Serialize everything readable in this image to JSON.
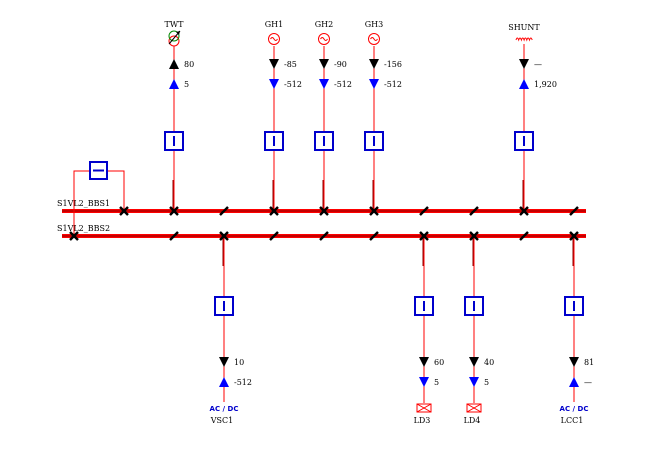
{
  "busbars": [
    {
      "id": "bbs1",
      "label": "S1VL2_BBS1"
    },
    {
      "id": "bbs2",
      "label": "S1VL2_BBS2"
    }
  ],
  "coupler": {
    "label": "coupling-breaker"
  },
  "top_feeders": [
    {
      "id": "twt",
      "label": "TWT",
      "icon": "transformer-icon",
      "bus": "bbs1",
      "p": "80",
      "q": "5",
      "p_dir": "up",
      "q_dir": "up"
    },
    {
      "id": "gh1",
      "label": "GH1",
      "icon": "generator-icon",
      "bus": "bbs1",
      "p": "-85",
      "q": "-512",
      "p_dir": "down",
      "q_dir": "down"
    },
    {
      "id": "gh2",
      "label": "GH2",
      "icon": "generator-icon",
      "bus": "bbs1",
      "p": "-90",
      "q": "-512",
      "p_dir": "down",
      "q_dir": "down"
    },
    {
      "id": "gh3",
      "label": "GH3",
      "icon": "generator-icon",
      "bus": "bbs1",
      "p": "-156",
      "q": "-512",
      "p_dir": "down",
      "q_dir": "down"
    },
    {
      "id": "shunt",
      "label": "SHUNT",
      "icon": "shunt-icon",
      "bus": "bbs1",
      "p": "—",
      "q": "1,920",
      "p_dir": "down",
      "q_dir": "up"
    }
  ],
  "bottom_feeders": [
    {
      "id": "vsc1",
      "label": "VSC1",
      "icon": "ac-dc-converter-icon",
      "icon_text": "AC / DC",
      "bus": "bbs2",
      "p": "10",
      "q": "-512",
      "p_dir": "down",
      "q_dir": "up"
    },
    {
      "id": "ld3",
      "label": "LD3",
      "icon": "load-icon",
      "icon_text": "",
      "bus": "bbs2",
      "p": "60",
      "q": "5",
      "p_dir": "down",
      "q_dir": "down"
    },
    {
      "id": "ld4",
      "label": "LD4",
      "icon": "load-icon",
      "icon_text": "",
      "bus": "bbs2",
      "p": "40",
      "q": "5",
      "p_dir": "down",
      "q_dir": "down"
    },
    {
      "id": "lcc1",
      "label": "LCC1",
      "icon": "ac-dc-converter-icon",
      "icon_text": "AC / DC",
      "bus": "bbs2",
      "p": "81",
      "q": "—",
      "p_dir": "down",
      "q_dir": "up"
    }
  ],
  "colors": {
    "bus": "#ff0000",
    "feeder": "#ff0000",
    "breaker": "#0000cc",
    "active_power_arrow": "#000000",
    "reactive_power_arrow": "#0000ff"
  }
}
